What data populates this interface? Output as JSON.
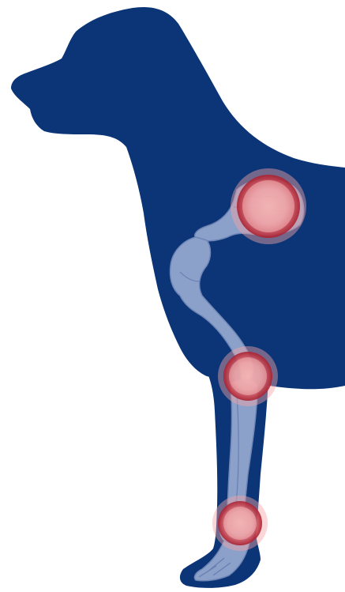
{
  "diagram": {
    "subject": "dog-silhouette-joint-illustration",
    "colors": {
      "background": "#ffffff",
      "silhouette": "#0b3577",
      "bone_fill": "#a9b9dc",
      "bone_stroke": "#8497c4",
      "joint_core": "#b52d3c",
      "joint_halo": "#f3a3a6"
    },
    "highlighted_joints": [
      "shoulder",
      "elbow",
      "carpus"
    ]
  }
}
